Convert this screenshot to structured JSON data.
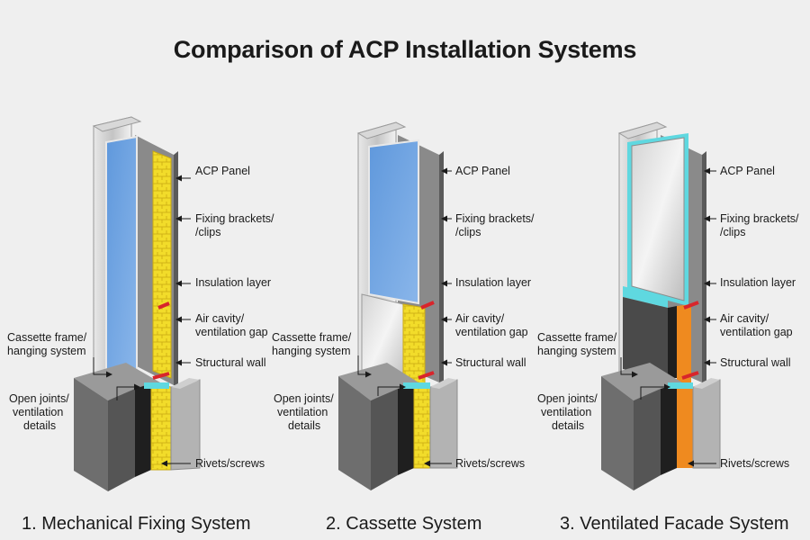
{
  "title": "Comparison of ACP Installation Systems",
  "colors": {
    "background": "#efefef",
    "glass": "#6fa3e0",
    "insulation": "#f2dc2a",
    "cavity_orange": "#ef8a1f",
    "cyan_gasket": "#5fd8e0",
    "seal_red": "#d8252b",
    "wall_dark": "#5f5f5f"
  },
  "systems": [
    {
      "caption": "1. Mechanical Fixing System",
      "labels": {
        "acp_panel": "ACP Panel",
        "fixing_1": "Fixing brackets/",
        "fixing_2": "/clips",
        "insulation": "Insulation layer",
        "air_1": "Air cavity/",
        "air_2": "ventilation gap",
        "structural": "Structural wall",
        "rivets": "Rivets/screws",
        "cassette_1": "Cassette frame/",
        "cassette_2": "hanging system",
        "open_1": "Open joints/",
        "open_2": "ventilation",
        "open_3": "details"
      }
    },
    {
      "caption": "2. Cassette System",
      "labels": {
        "acp_panel": "ACP Panel",
        "fixing_1": "Fixing brackets/",
        "fixing_2": "/clips",
        "insulation": "Insulation layer",
        "air_1": "Air cavity/",
        "air_2": "ventilation gap",
        "structural": "Structural wall",
        "rivets": "Rivets/screws",
        "cassette_1": "Cassette frame/",
        "cassette_2": "hanging system",
        "open_1": "Open joints/",
        "open_2": "ventilation",
        "open_3": "details"
      }
    },
    {
      "caption": "3. Ventilated Facade System",
      "labels": {
        "acp_panel": "ACP Panel",
        "fixing_1": "Fixing brackets/",
        "fixing_2": "/clips",
        "insulation": "Insulation layer",
        "air_1": "Air cavity/",
        "air_2": "ventilation gap",
        "structural": "Structural wall",
        "rivets": "Rivets/screws",
        "cassette_1": "Cassette frame/",
        "cassette_2": "hanging system",
        "open_1": "Open joints/",
        "open_2": "ventilation",
        "open_3": "details"
      }
    }
  ]
}
